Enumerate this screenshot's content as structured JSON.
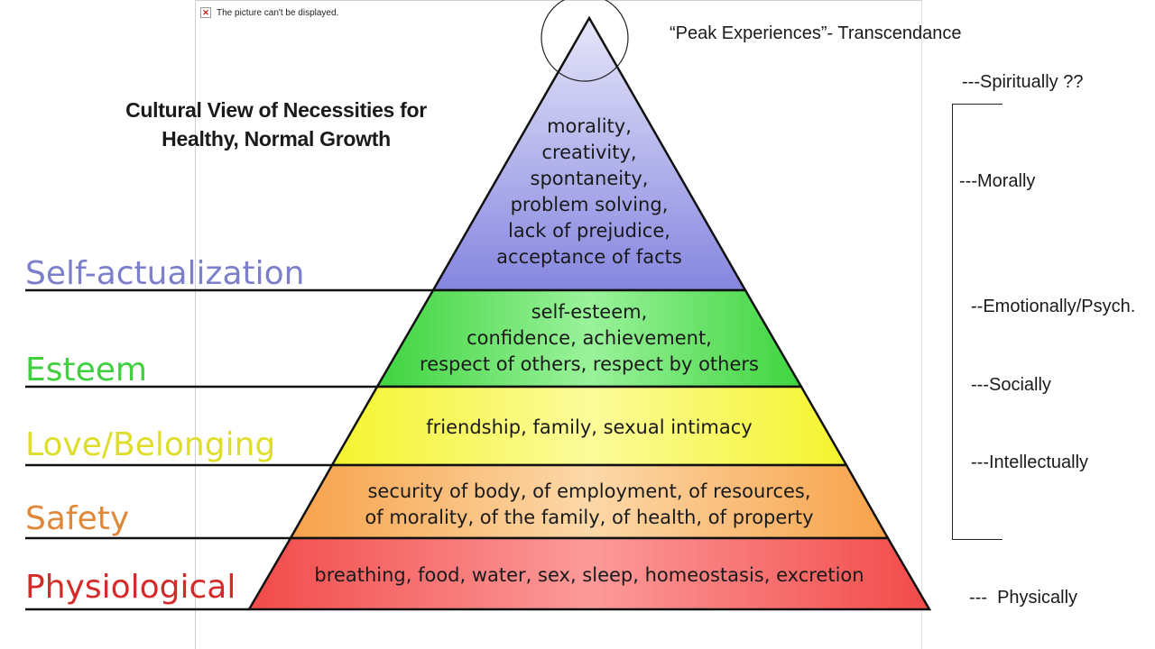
{
  "broken_image_text": "The picture can't be displayed.",
  "title_line1": "Cultural View of Necessities for",
  "title_line2": "Healthy, Normal Growth",
  "peak_text": "“Peak Experiences”- Transcendance",
  "levels": [
    {
      "label": "Self-actualization",
      "color": "#7b7fcc",
      "lines": [
        "morality,",
        "creativity,",
        "spontaneity,",
        "problem solving,",
        "lack of prejudice,",
        "acceptance of facts"
      ]
    },
    {
      "label": "Esteem",
      "color": "#3fcf3f",
      "lines": [
        "self-esteem,",
        "confidence, achievement,",
        "respect of others, respect by others"
      ]
    },
    {
      "label": "Love/Belonging",
      "color": "#dede2a",
      "lines": [
        "friendship, family, sexual intimacy"
      ]
    },
    {
      "label": "Safety",
      "color": "#e0883a",
      "lines": [
        "security of body, of employment, of resources,",
        "of morality, of the family, of health, of property"
      ]
    },
    {
      "label": "Physiological",
      "color": "#d42a2a",
      "lines": [
        "breathing, food, water, sex, sleep, homeostasis, excretion"
      ]
    }
  ],
  "side_labels": {
    "spiritually": "---Spiritually ??",
    "morally": "---Morally",
    "emotionally": "--Emotionally/Psych.",
    "socially": "---Socially",
    "intellectually": "---Intellectually",
    "physically": "---  Physically"
  }
}
